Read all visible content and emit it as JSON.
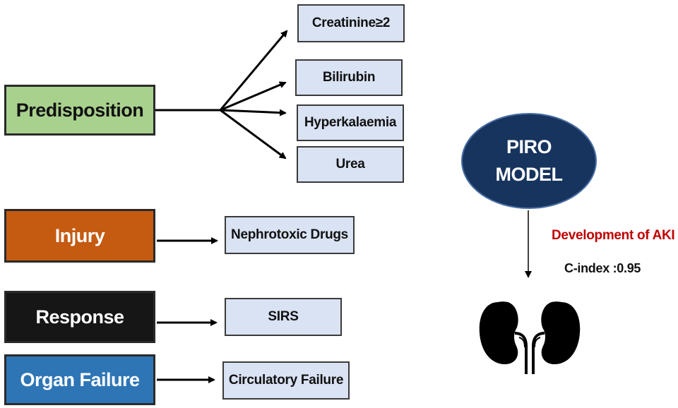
{
  "diagram": {
    "predisposition": {
      "label": "Predisposition",
      "color": "#a9d18e",
      "items": [
        "Creatinine≥2",
        "Bilirubin",
        "Hyperkalaemia",
        "Urea"
      ]
    },
    "injury": {
      "label": "Injury",
      "color": "#c55a11",
      "item": "Nephrotoxic Drugs"
    },
    "response": {
      "label": "Response",
      "color": "#161616",
      "item": "SIRS"
    },
    "organ_failure": {
      "label": "Organ Failure",
      "color": "#2e75b6",
      "item": "Circulatory Failure"
    },
    "model": {
      "line1": "PIRO",
      "line2": "MODEL",
      "color": "#17345e"
    },
    "outcome": {
      "label": "Development of AKI",
      "stat": "C-index :0.95",
      "color": "#c00000"
    },
    "icons": {
      "kidney": "kidney-icon"
    },
    "sub_box_color": "#dae3f3"
  }
}
